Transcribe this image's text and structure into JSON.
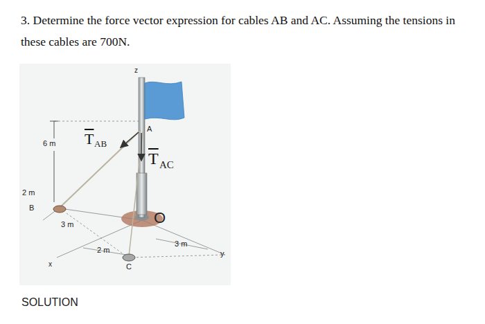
{
  "diagram": {
    "labels": [
      "3. Determine the force vector expression for cables AB and AC. Assuming the tensions in these cables are 700N.",
      "z",
      "A",
      "6 m",
      "T",
      "AB",
      "T",
      "AC",
      "2 m",
      "B",
      "3 m",
      "O",
      "3 m",
      "2 m",
      "y",
      "C",
      "x",
      "SOLUTION"
    ]
  }
}
